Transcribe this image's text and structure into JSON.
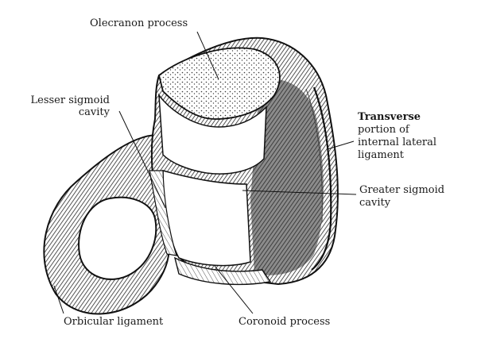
{
  "labels": {
    "olecranon": "Olecranon process",
    "lesser_line1": "Lesser sigmoid",
    "lesser_line2": "cavity",
    "transverse_line1": "Transverse",
    "transverse_line2": "portion of",
    "transverse_line3": "internal lateral",
    "transverse_line4": "ligament",
    "greater_line1": "Greater sigmoid",
    "greater_line2": "cavity",
    "orbicular": "Orbicular ligament",
    "coronoid": "Coronoid process"
  }
}
